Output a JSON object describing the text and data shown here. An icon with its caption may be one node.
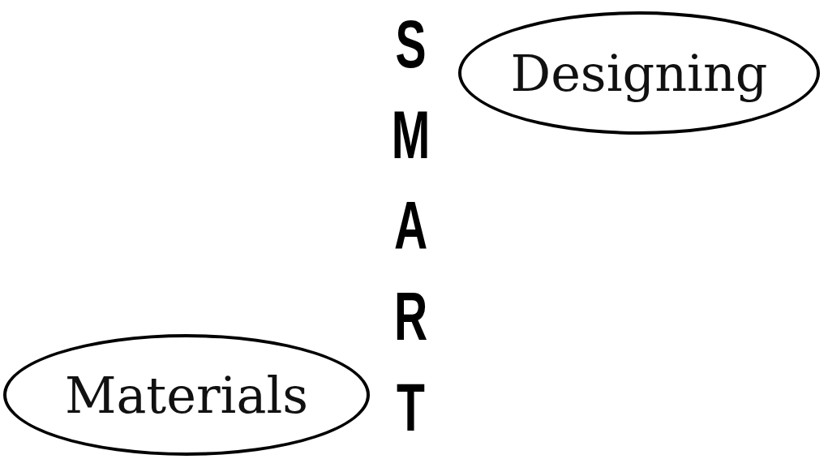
{
  "diagram": {
    "nodes": [
      {
        "text": [
          "Designing"
        ]
      },
      {
        "text": [
          "Materials"
        ]
      }
    ],
    "labels": [
      "SMART"
    ]
  }
}
